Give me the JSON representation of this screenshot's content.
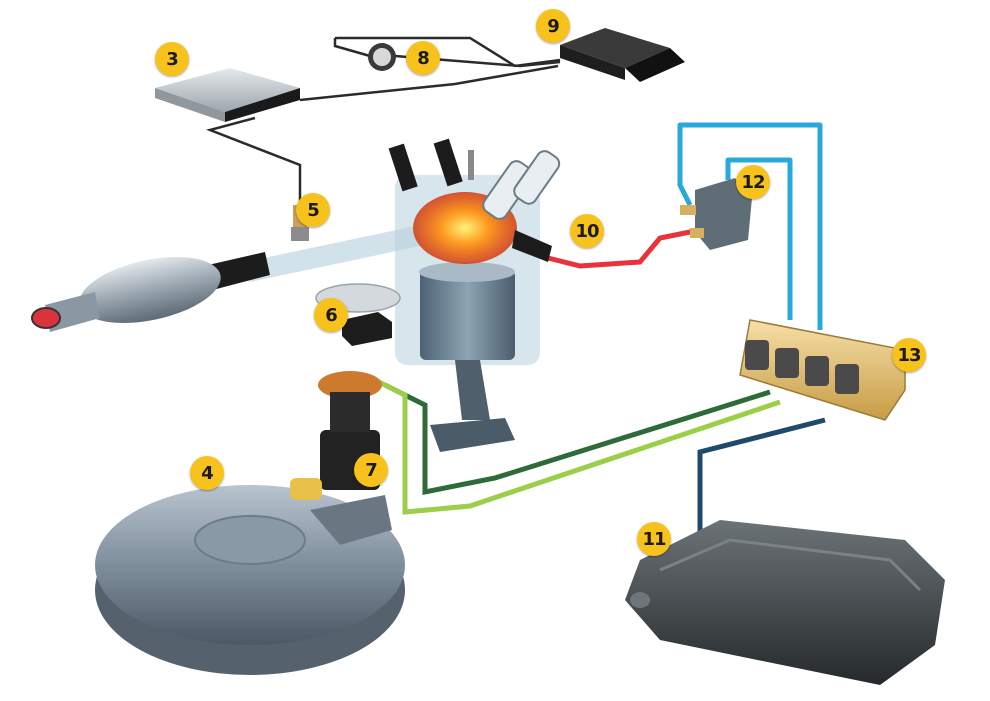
{
  "callouts": [
    {
      "id": "3",
      "label": "3"
    },
    {
      "id": "4",
      "label": "4"
    },
    {
      "id": "5",
      "label": "5"
    },
    {
      "id": "6",
      "label": "6"
    },
    {
      "id": "7",
      "label": "7"
    },
    {
      "id": "8",
      "label": "8"
    },
    {
      "id": "9",
      "label": "9"
    },
    {
      "id": "10",
      "label": "10"
    },
    {
      "id": "11",
      "label": "11"
    },
    {
      "id": "12",
      "label": "12"
    },
    {
      "id": "13",
      "label": "13"
    }
  ],
  "colors": {
    "badge": "#f7c21b",
    "wire_black": "#2b2b2b",
    "line_blue": "#29a9d9",
    "line_red": "#e8323c",
    "line_dark_green": "#2e6b38",
    "line_light_green": "#9bcf4a",
    "line_navy": "#1f4b6b",
    "lpg_tank": "#7d8c9b",
    "petrol_tank": "#3f4548"
  }
}
